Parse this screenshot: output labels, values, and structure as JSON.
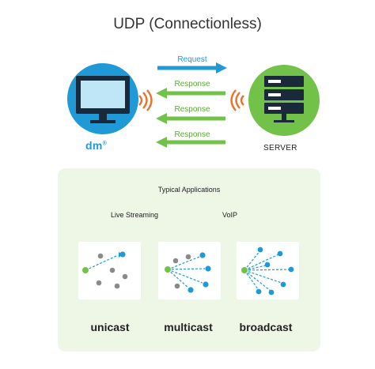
{
  "title": "UDP (Connectionless)",
  "client": {
    "logo_text": "dm",
    "logo_mark": "®",
    "icon": "monitor-icon"
  },
  "server": {
    "label": "SERVER",
    "icon": "server-rack-icon"
  },
  "messages": [
    {
      "label": "Request",
      "direction": "to-server"
    },
    {
      "label": "Response",
      "direction": "to-client"
    },
    {
      "label": "Response",
      "direction": "to-client"
    },
    {
      "label": "Response",
      "direction": "to-client"
    }
  ],
  "applications": {
    "title": "Typical Applications",
    "items": [
      "Live Streaming",
      "VoIP"
    ]
  },
  "modes": [
    {
      "label": "unicast"
    },
    {
      "label": "multicast"
    },
    {
      "label": "broadcast"
    }
  ],
  "colors": {
    "blue": "#1f9ad6",
    "green": "#72c24a",
    "orange": "#e8732c",
    "panel": "#eef7e6",
    "gray_node": "#8a8a8a"
  }
}
